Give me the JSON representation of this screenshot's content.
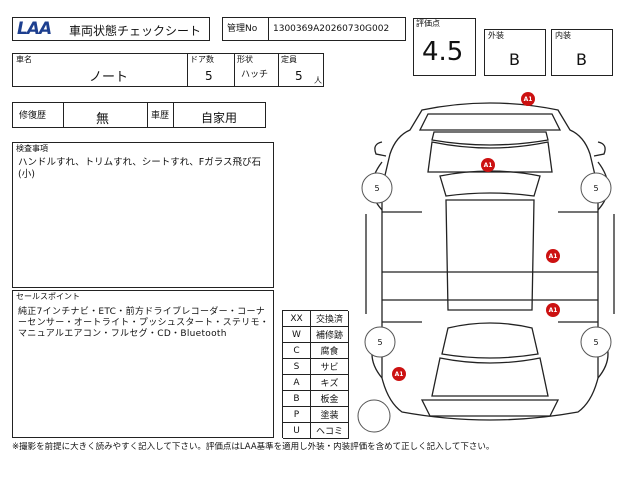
{
  "header": {
    "logo_text": "LAA",
    "sheet_title": "車両状態チェックシート",
    "management_label": "管理No",
    "management_no": "1300369A20260730G002"
  },
  "grades": {
    "score_label": "評価点",
    "score": "4.5",
    "exterior_label": "外装",
    "exterior": "B",
    "interior_label": "内装",
    "interior": "B"
  },
  "vehicle": {
    "name_label": "車名",
    "name": "ノート",
    "doors_label": "ドア数",
    "doors": "5",
    "shape_label": "形状",
    "shape": "ハッチ",
    "capacity_label": "定員",
    "capacity": "5",
    "capacity_unit": "人"
  },
  "history": {
    "repair_label": "修復歴",
    "repair": "無",
    "usage_label": "車歴",
    "usage": "自家用"
  },
  "inspection": {
    "label": "検査事項",
    "text": "ハンドルすれ、トリムすれ、シートすれ、Fガラス飛び石(小)"
  },
  "sales_points": {
    "label": "セールスポイント",
    "text": "純正7インチナビ・ETC・前方ドライブレコーダー・コーナーセンサー・オートライト・プッシュスタート・ステリモ・マニュアルエアコン・フルセグ・CD・Bluetooth"
  },
  "legend": [
    {
      "code": "XX",
      "meaning": "交換済"
    },
    {
      "code": "W",
      "meaning": "補修跡"
    },
    {
      "code": "C",
      "meaning": "腐食"
    },
    {
      "code": "S",
      "meaning": "サビ"
    },
    {
      "code": "A",
      "meaning": "キズ"
    },
    {
      "code": "B",
      "meaning": "板金"
    },
    {
      "code": "P",
      "meaning": "塗装"
    },
    {
      "code": "U",
      "meaning": "ヘコミ"
    }
  ],
  "diagram": {
    "damage_marks": [
      "A1",
      "A1",
      "A1",
      "A1",
      "A1"
    ],
    "tire_marks": [
      "5",
      "5",
      "5",
      "5"
    ],
    "mark_color": "#cc1111"
  },
  "footer": {
    "note": "※撮影を前提に大きく読みやすく記入して下さい。評価点はLAA基準を適用し外装・内装評価を含めて正しく記入して下さい。"
  }
}
